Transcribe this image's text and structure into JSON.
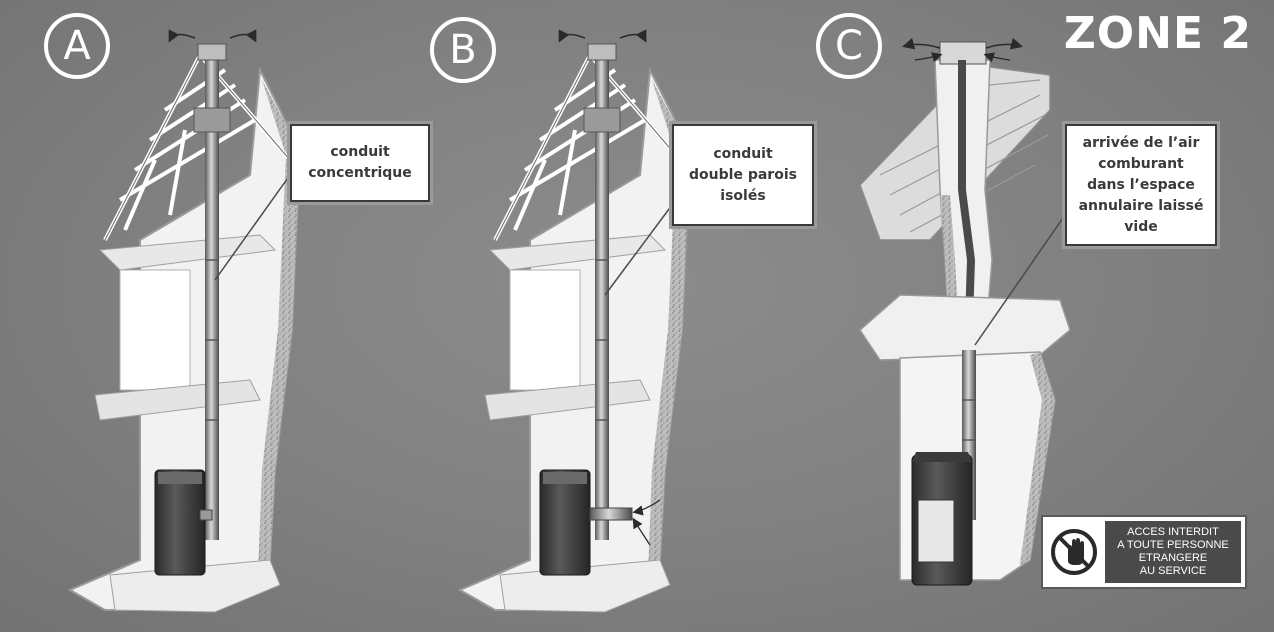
{
  "zone_title": "ZONE 2",
  "panels": [
    {
      "letter": "A",
      "label_lines": [
        "conduit",
        "concentrique"
      ]
    },
    {
      "letter": "B",
      "label_lines": [
        "conduit",
        "double parois",
        "isolés"
      ]
    },
    {
      "letter": "C",
      "label_lines": [
        "arrivée de l’air",
        "comburant",
        "dans l’espace",
        "annulaire laissé",
        "vide"
      ]
    }
  ],
  "warning_sign": {
    "icon": "no-entry-hand-icon",
    "lines": [
      "ACCES INTERDIT",
      "A TOUTE PERSONNE",
      "ETRANGERE",
      "AU SERVICE"
    ]
  },
  "colors": {
    "background": "#808080",
    "wall": "#f2f2f2",
    "wall_edge": "#cfcfcf",
    "stove": "#3a3a3a",
    "pipe": "#6e6e6e",
    "callout_text": "#3a3a3a",
    "sign_panel": "#4a4a4a"
  }
}
